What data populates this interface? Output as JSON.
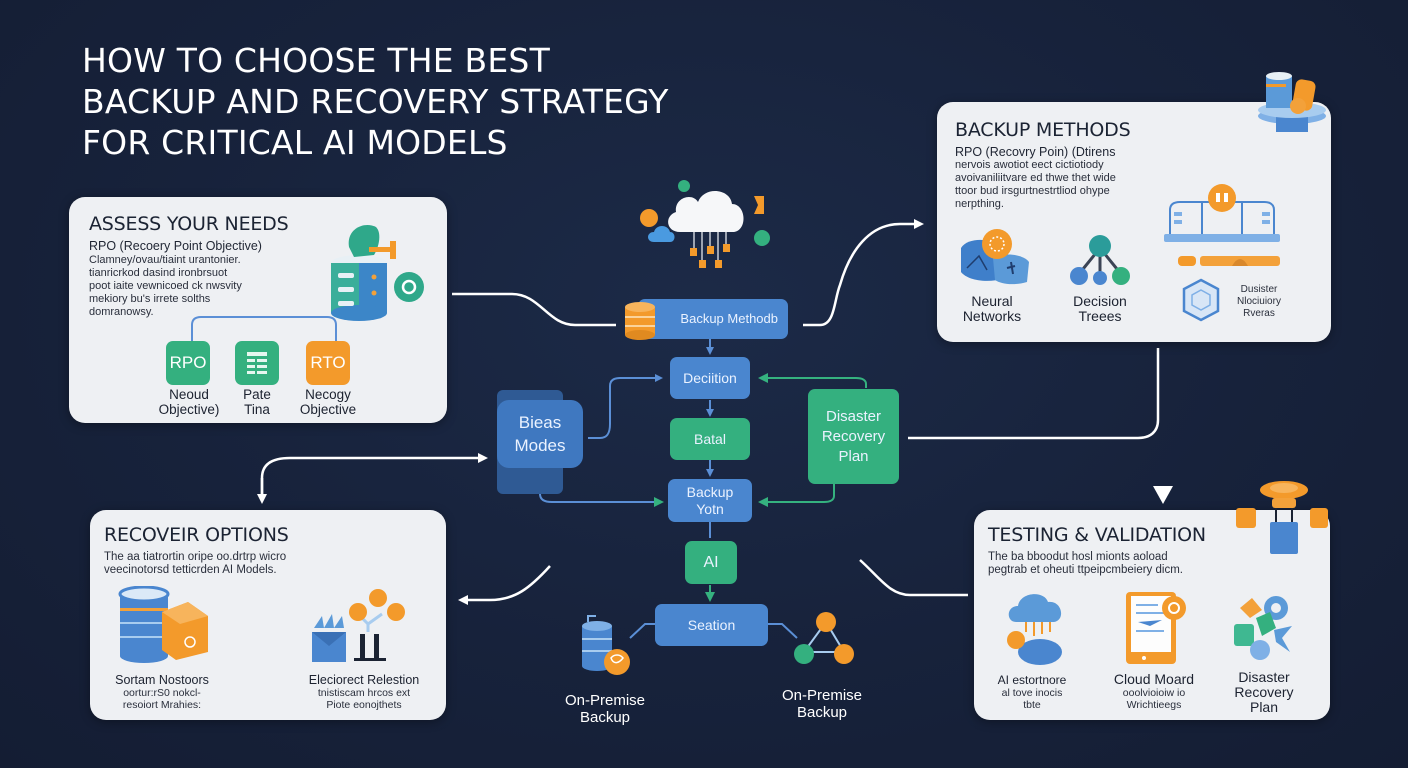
{
  "title": {
    "line1": "HOW TO CHOOSE THE BEST",
    "line2": "BACKUP AND RECOVERY STRATEGY",
    "line3": "FOR CRITICAL AI MODELS"
  },
  "colors": {
    "background": "#17223b",
    "card": "#eef0f3",
    "blue": "#4a86cf",
    "green": "#34b07f",
    "orange": "#f39a2b",
    "arrow_white": "#ffffff",
    "arrow_blue": "#5b8fd6",
    "arrow_green": "#35b27f"
  },
  "assess": {
    "heading": "ASSESS YOUR NEEDS",
    "subheading": "RPO (Recoery Point Objective)",
    "body": [
      "Clamney/ovau/tiaint urantonier.",
      "tianricrkod dasind ironbrsuot",
      "poot iaite vewnicoed ck nwsvity",
      "mekiory bu's irrete solths",
      "domranowsy."
    ],
    "icon": "database-gear-icon",
    "items": [
      {
        "tile": "RPO",
        "label1": "Neoud",
        "label2": "Objective)",
        "color": "green"
      },
      {
        "tile": "",
        "icon": "document-list-icon",
        "label1": "Pate",
        "label2": "Tina",
        "color": "green"
      },
      {
        "tile": "RTO",
        "label1": "Necogy",
        "label2": "Objective",
        "color": "orange"
      }
    ]
  },
  "methods": {
    "heading": "BACKUP METHODS",
    "subheading": "RPO (Recovry Poin) (Dtirens",
    "body": [
      "nervois awotiot eect cictiotiody",
      "avoivaniliitvare ed thwe thet wide",
      "ttoor bud irsgurtnestrtliod ohype",
      "nerpthing."
    ],
    "icon": "server-stack-icon",
    "items": [
      {
        "label1": "Neural",
        "label2": "Networks",
        "icon": "neural-network-icon"
      },
      {
        "label1": "Decision",
        "label2": "Treees",
        "icon": "decision-tree-icon"
      },
      {
        "label1": "Dusister",
        "label2": "Nlociuiory",
        "label3": "Rveras",
        "icon": "shield-cube-icon"
      }
    ]
  },
  "recover": {
    "heading": "RECOVEIR OPTIONS",
    "body": [
      "The aa tiatrortin oripe oo.drtrp wicro",
      "veecinotorsd tetticrden AI Models."
    ],
    "items": [
      {
        "label": "Sortam Nostoors",
        "sub1": "oortur:rS0 nokcl-",
        "sub2": "resoiort Mrahies:",
        "icon": "database-box-icon"
      },
      {
        "label": "Eleciorect Relestion",
        "sub1": "tnistiscam hrcos ext",
        "sub2": "Piote eonojthets",
        "icon": "hierarchy-icon"
      }
    ]
  },
  "testing": {
    "heading": "TESTING & VALIDATION",
    "body": [
      "The ba bboodut hosl mionts aoload",
      "pegtrab et oheuti ttpeipcmbeiery dicm."
    ],
    "items": [
      {
        "label1": "AI estortnore",
        "label2": "al tove inocis",
        "label3": "tbte",
        "icon": "cloud-brain-icon"
      },
      {
        "label1": "Cloud Moard",
        "label2": "ooolvioioiw io",
        "label3": "Wrichtieegs",
        "icon": "tablet-doc-icon"
      },
      {
        "label1": "Disaster",
        "label2": "Recovery",
        "label3": "Plan",
        "icon": "gears-cluster-icon"
      }
    ]
  },
  "flow": {
    "backup_methods": "Backup Methodb",
    "decision": "Deciition",
    "batal": "Batal",
    "backup_yotn_1": "Backup",
    "backup_yotn_2": "Yotn",
    "ai": "AI",
    "section": "Seation",
    "beas_modes_1": "Bieas",
    "beas_modes_2": "Modes",
    "drp_1": "Disaster",
    "drp_2": "Recovery",
    "drp_3": "Plan",
    "onprem_left_1": "On-Premise",
    "onprem_left_2": "Backup",
    "onprem_right_1": "On-Premise",
    "onprem_right_2": "Backup"
  }
}
